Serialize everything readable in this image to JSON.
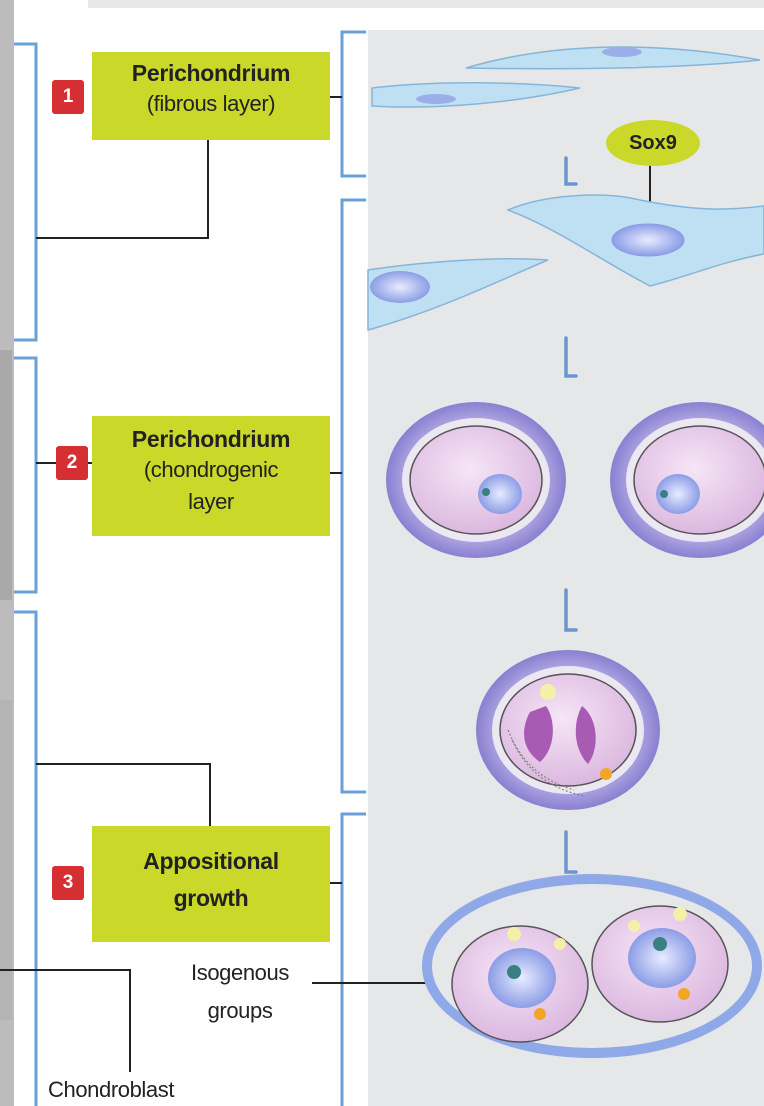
{
  "stages": [
    {
      "number": "1",
      "title": "Perichondrium",
      "subtitle": "(fibrous layer)"
    },
    {
      "number": "2",
      "title": "Perichondrium",
      "subtitle_line1": "(chondrogenic",
      "subtitle_line2": "layer"
    },
    {
      "number": "3",
      "title_line1": "Appositional",
      "title_line2": "growth"
    }
  ],
  "marker": {
    "label": "Sox9"
  },
  "labels": {
    "isogenous_line1": "Isogenous",
    "isogenous_line2": "groups",
    "chondroblast": "Chondroblast"
  },
  "colors": {
    "box_fill": "#c9d829",
    "badge_red": "#d62f33",
    "bracket_blue": "#6aa0d8",
    "panel_gray": "#e6e7e9",
    "cell_blue": "#bfe0f2",
    "chondro_purple": "#8b7fd0",
    "cell_pink": "#e7c7e6",
    "nucleus_blue": "#9aaeea"
  }
}
